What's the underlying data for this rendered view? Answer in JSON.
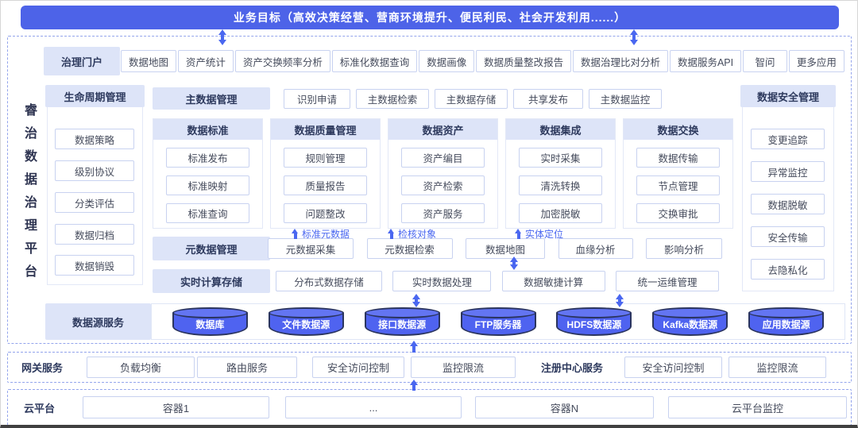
{
  "banner": {
    "title": "业务目标（高效决策经营、营商环境提升、便民利民、社会开发利用......）"
  },
  "platform": {
    "vertical_title": "睿治数据治理平台"
  },
  "portal": {
    "label": "治理门户",
    "items": [
      "数据地图",
      "资产统计",
      "资产交换频率分析",
      "标准化数据查询",
      "数据画像",
      "数据质量整改报告",
      "数据治理比对分析",
      "数据服务API",
      "智问",
      "更多应用"
    ]
  },
  "lifecycle": {
    "label": "生命周期管理",
    "items": [
      "数据策略",
      "级别协议",
      "分类评估",
      "数据归档",
      "数据销毁"
    ]
  },
  "master_data": {
    "label": "主数据管理",
    "items": [
      "识别申请",
      "主数据检索",
      "主数据存储",
      "共享发布",
      "主数据监控"
    ]
  },
  "modules": [
    {
      "label": "数据标准",
      "items": [
        "标准发布",
        "标准映射",
        "标准查询"
      ]
    },
    {
      "label": "数据质量管理",
      "items": [
        "规则管理",
        "质量报告",
        "问题整改"
      ]
    },
    {
      "label": "数据资产",
      "items": [
        "资产编目",
        "资产检索",
        "资产服务"
      ]
    },
    {
      "label": "数据集成",
      "items": [
        "实时采集",
        "清洗转换",
        "加密脱敏"
      ]
    },
    {
      "label": "数据交换",
      "items": [
        "数据传输",
        "节点管理",
        "交换审批"
      ]
    }
  ],
  "flow_labels": [
    "标准元数据",
    "检核对象",
    "实体定位"
  ],
  "metadata": {
    "label": "元数据管理",
    "items": [
      "元数据采集",
      "元数据检索",
      "数据地图",
      "血缘分析",
      "影响分析"
    ]
  },
  "realtime": {
    "label": "实时计算存储",
    "items": [
      "分布式数据存储",
      "实时数据处理",
      "数据敏捷计算",
      "统一运维管理"
    ]
  },
  "security": {
    "label": "数据安全管理",
    "items": [
      "变更追踪",
      "异常监控",
      "数据脱敏",
      "安全传输",
      "去隐私化"
    ]
  },
  "datasource": {
    "label": "数据源服务",
    "items": [
      "数据库",
      "文件数据源",
      "接口数据源",
      "FTP服务器",
      "HDFS数据源",
      "Kafka数据源",
      "应用数据源"
    ]
  },
  "gateway": {
    "label": "网关服务",
    "items": [
      "负载均衡",
      "路由服务",
      "安全访问控制",
      "监控限流"
    ],
    "registry_label": "注册中心服务",
    "registry_items": [
      "安全访问控制",
      "监控限流"
    ]
  },
  "cloud": {
    "label": "云平台",
    "items": [
      "容器1",
      "...",
      "容器N",
      "云平台监控"
    ]
  },
  "colors": {
    "accent_blue": "#4d63e8",
    "arrow_blue": "#4a67f0",
    "header_lavender": "#dde4f8",
    "item_border": "#c8d2f0",
    "cylinder_fill": "#4f63f0",
    "cylinder_stroke": "#2b355f"
  }
}
